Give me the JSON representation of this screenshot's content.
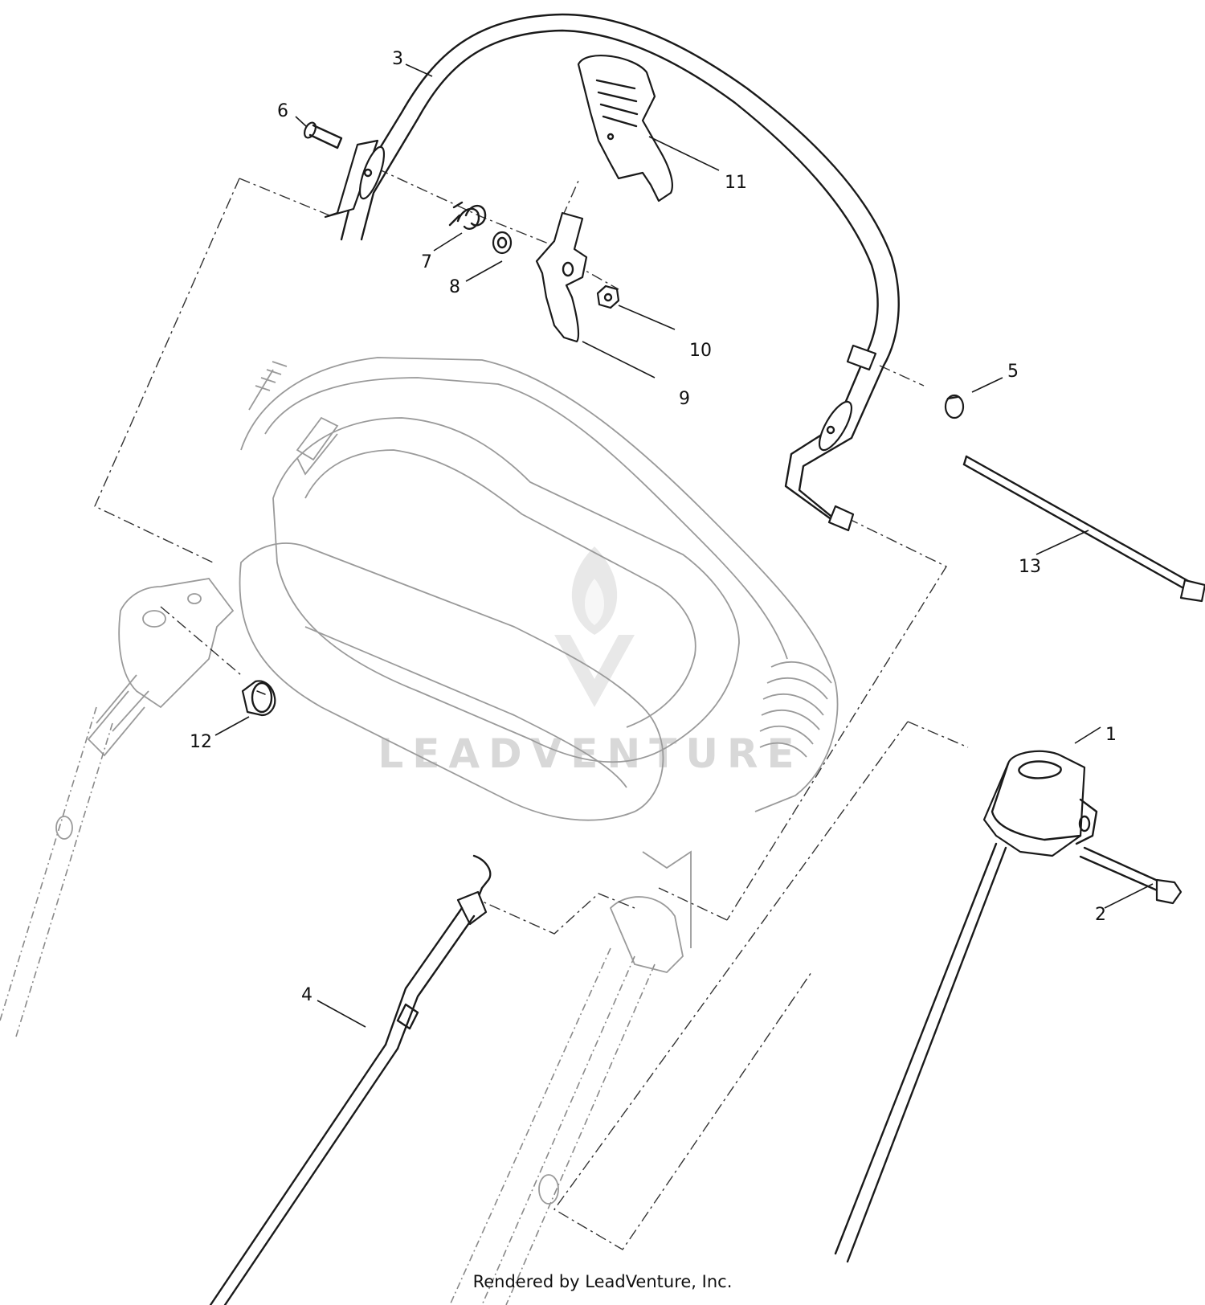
{
  "diagram": {
    "callouts": [
      {
        "id": "1",
        "label": "1"
      },
      {
        "id": "2",
        "label": "2"
      },
      {
        "id": "3",
        "label": "3"
      },
      {
        "id": "4",
        "label": "4"
      },
      {
        "id": "5",
        "label": "5"
      },
      {
        "id": "6",
        "label": "6"
      },
      {
        "id": "7",
        "label": "7"
      },
      {
        "id": "8",
        "label": "8"
      },
      {
        "id": "9",
        "label": "9"
      },
      {
        "id": "10",
        "label": "10"
      },
      {
        "id": "11",
        "label": "11"
      },
      {
        "id": "12",
        "label": "12"
      },
      {
        "id": "13",
        "label": "13"
      }
    ]
  },
  "watermark": {
    "text": "LEADVENTURE",
    "icon": "leadventure-flame-logo-icon"
  },
  "footer": {
    "credit": "Rendered by LeadVenture, Inc."
  }
}
